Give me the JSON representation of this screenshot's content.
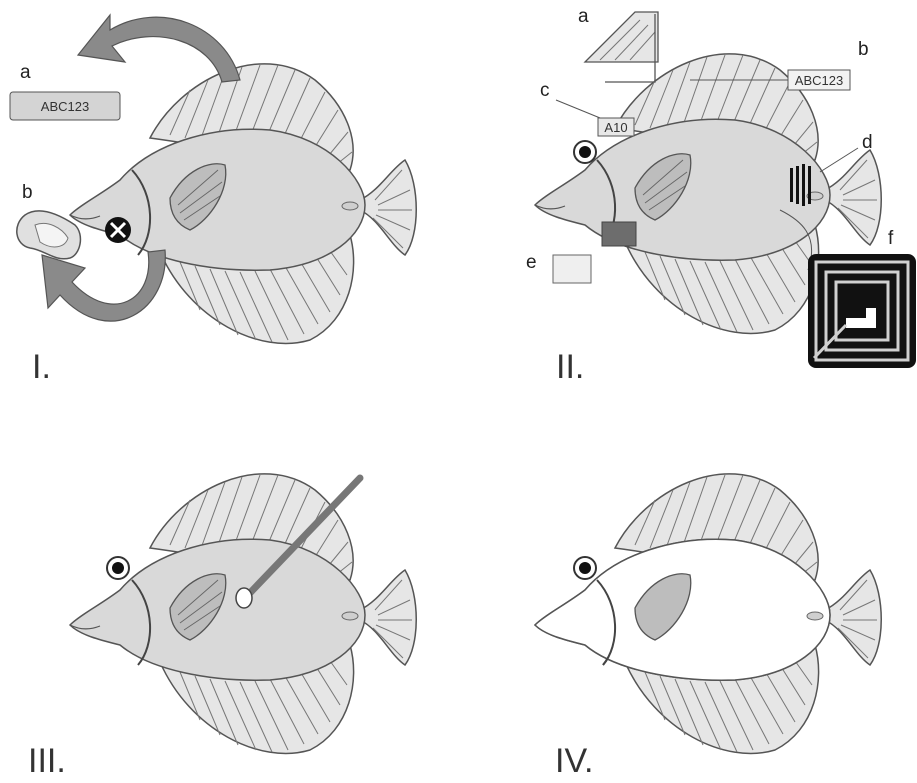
{
  "panels": [
    {
      "id": "I",
      "numeral": "I.",
      "letters": {
        "a": "a",
        "b": "b"
      },
      "label_box_text": "ABC123"
    },
    {
      "id": "II",
      "numeral": "II.",
      "letters": {
        "a": "a",
        "b": "b",
        "c": "c",
        "d": "d",
        "e": "e",
        "f": "f"
      },
      "tag_text": "ABC123",
      "small_tag_text": "A10"
    },
    {
      "id": "III",
      "numeral": "III."
    },
    {
      "id": "IV",
      "numeral": "IV."
    }
  ],
  "colors": {
    "body_fill": "#d9d9d9",
    "fin_fill": "#e6e6e6",
    "stroke": "#555555",
    "arrow_fill": "#8a8a8a",
    "dark_box": "#6d6d6d",
    "light_box": "#efefef",
    "white_body": "#ffffff"
  }
}
